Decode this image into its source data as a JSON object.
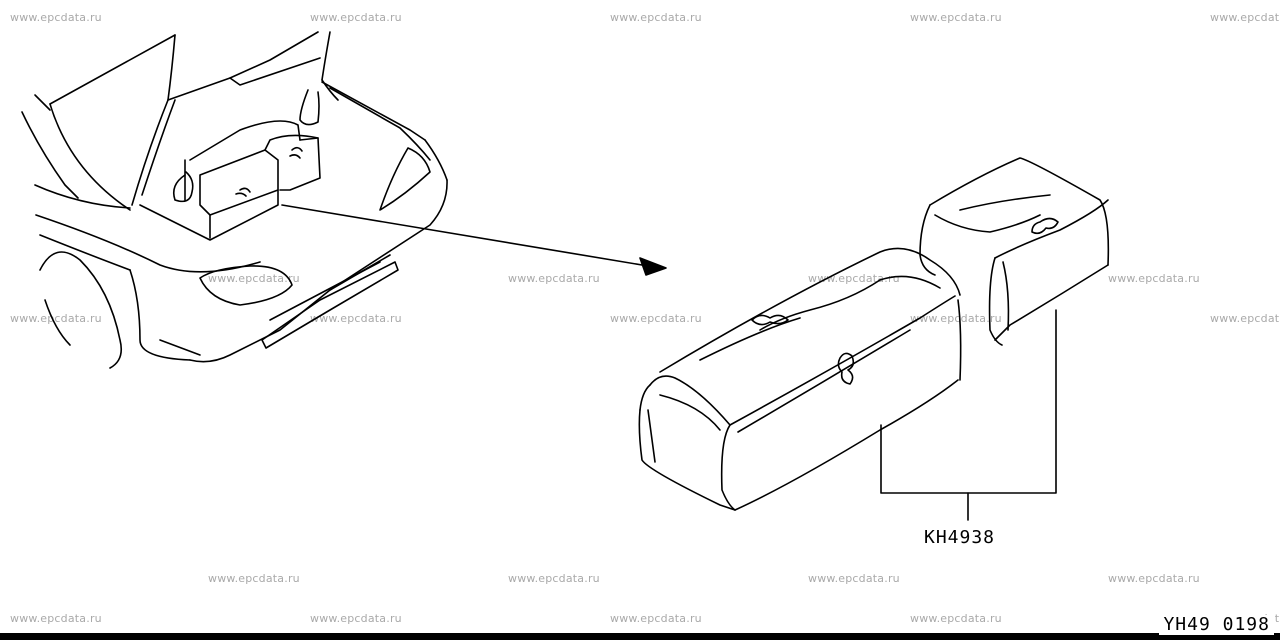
{
  "watermark": "www.epcdata.ru",
  "part_number": "KH4938",
  "drawing_code": "YH49 0198"
}
